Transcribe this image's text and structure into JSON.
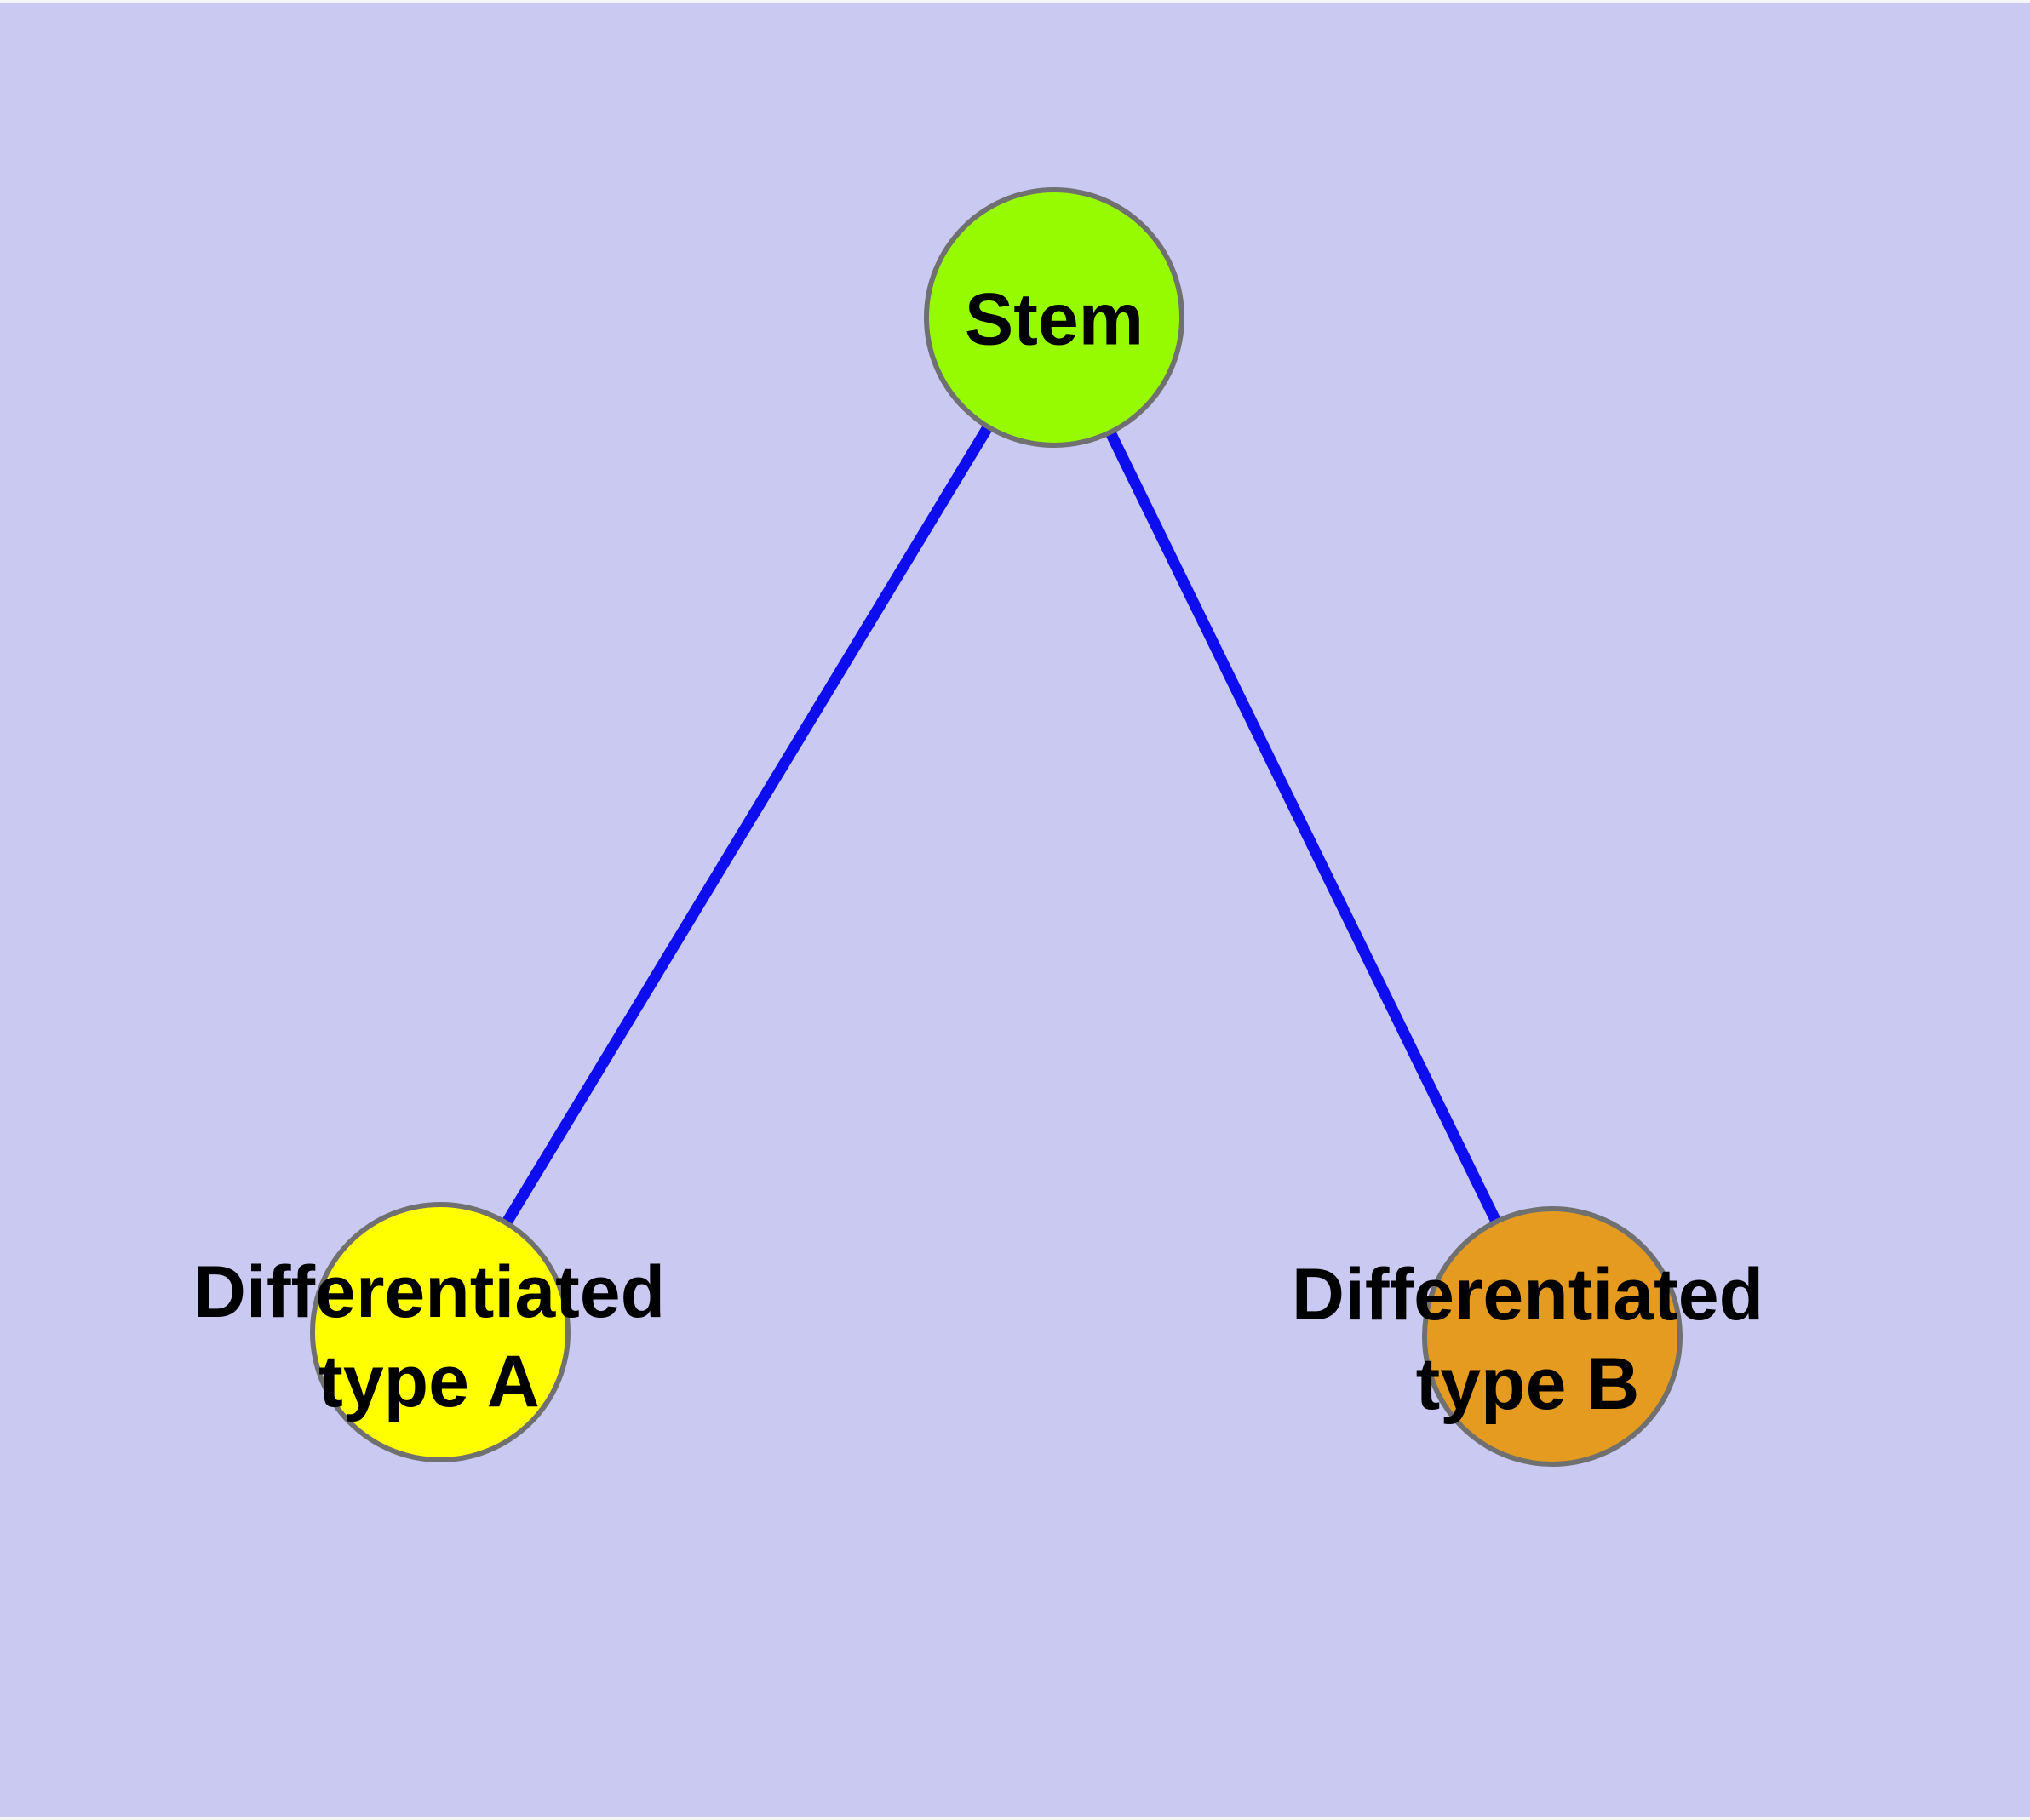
{
  "diagram": {
    "type": "node-link-graph",
    "background_color": "#C9C9F2",
    "edge_color": "#0D0DF0",
    "node_border_color": "#707070",
    "label_color": "#000000",
    "nodes": {
      "stem": {
        "label": "Stem",
        "fill_color": "#97FB00"
      },
      "type_a": {
        "label": "Differentiated type A",
        "label_line1": "Differentiated",
        "label_line2": "type A",
        "fill_color": "#FFFF00"
      },
      "type_b": {
        "label": "Differentiated type B",
        "label_line1": "Differentiated",
        "label_line2": "type B",
        "fill_color": "#E49B20"
      }
    },
    "edges": [
      {
        "from": "Stem",
        "to": "Differentiated type A"
      },
      {
        "from": "Stem",
        "to": "Differentiated type B"
      }
    ]
  }
}
